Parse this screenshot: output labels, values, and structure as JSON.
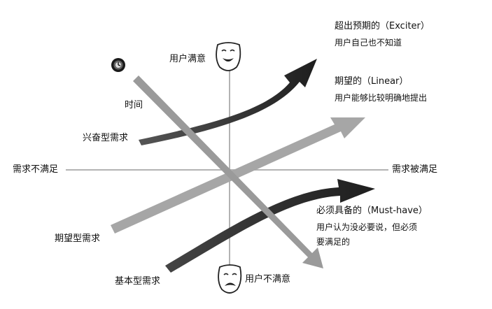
{
  "axes": {
    "horizontal_left": "需求不满足",
    "horizontal_right": "需求被满足",
    "vertical_top": "用户满意",
    "vertical_bottom": "用户不满意"
  },
  "time_label": "时间",
  "curves": [
    {
      "label": "兴奋型需求",
      "title": "超出预期的（Exciter）",
      "note": "用户自己也不知道"
    },
    {
      "label": "期望型需求",
      "title": "期望的（Linear）",
      "note": "用户能够比较明确地提出"
    },
    {
      "label": "基本型需求",
      "title": "必须具备的（Must-have）",
      "note": "用户认为没必要说，但必须",
      "note2": "要满足的"
    }
  ],
  "icons": {
    "happy_mask": "happy-mask-icon",
    "sad_mask": "sad-mask-icon",
    "clock": "clock-icon"
  },
  "colors": {
    "curve_dark": "#2b2b2b",
    "linear_gray": "#a6a6a6",
    "time_arrow": "#9a9a9a",
    "axis": "#b3b3b3"
  }
}
